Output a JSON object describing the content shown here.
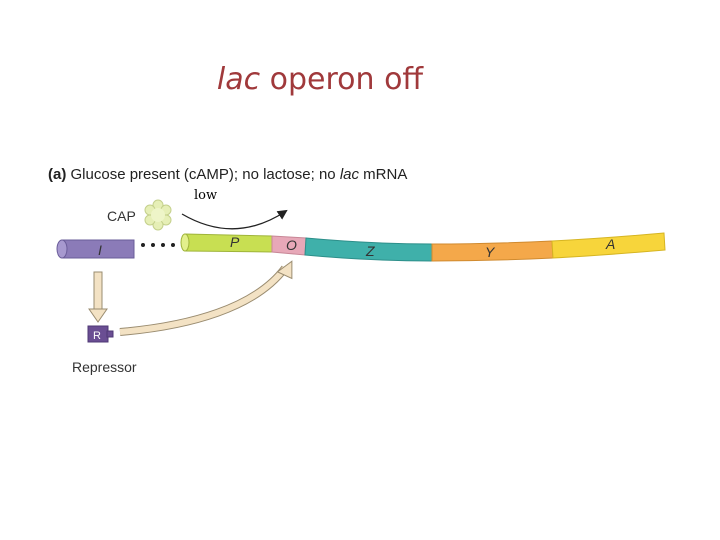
{
  "title": {
    "italic_part": "lac",
    "rest": "operon off"
  },
  "panel": {
    "letter": "(a)",
    "text_1": "Glucose present (cAMP); no lactose; no ",
    "text_lac": "lac",
    "text_2": " mRNA"
  },
  "annotation": "low",
  "labels": {
    "cap": "CAP",
    "repressor": "Repressor",
    "repressor_box": "R"
  },
  "segments": {
    "i": "I",
    "p": "P",
    "o": "O",
    "z": "Z",
    "y": "Y",
    "a": "A"
  },
  "colors": {
    "title": "#a0393b",
    "i_gene": "#8b7bb8",
    "promoter": "#c8df52",
    "operator": "#e7a8b8",
    "z_gene": "#3fb0aa",
    "y_gene": "#f4a84a",
    "a_gene": "#f7d53b",
    "repressor_box": "#6a4e93",
    "arrow_fill": "#f3e2c4"
  }
}
